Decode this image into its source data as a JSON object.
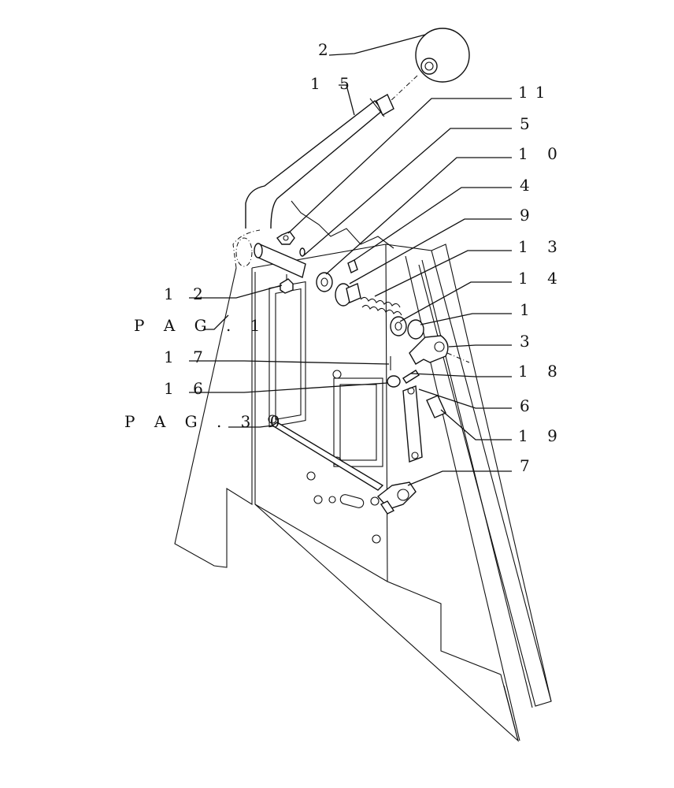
{
  "diagram": {
    "callouts": [
      {
        "id": "2",
        "text": "2"
      },
      {
        "id": "15",
        "text": "1 5"
      },
      {
        "id": "11",
        "text": "11"
      },
      {
        "id": "5",
        "text": "5"
      },
      {
        "id": "10",
        "text": "1 0"
      },
      {
        "id": "4",
        "text": "4"
      },
      {
        "id": "9",
        "text": "9"
      },
      {
        "id": "13",
        "text": "1 3"
      },
      {
        "id": "14",
        "text": "1 4"
      },
      {
        "id": "1",
        "text": "1"
      },
      {
        "id": "3",
        "text": "3"
      },
      {
        "id": "18",
        "text": "1 8"
      },
      {
        "id": "6",
        "text": "6"
      },
      {
        "id": "19",
        "text": "1 9"
      },
      {
        "id": "7",
        "text": "7"
      },
      {
        "id": "12",
        "text": "1 2"
      },
      {
        "id": "pag1",
        "text": "P A G . 1"
      },
      {
        "id": "17",
        "text": "1 7"
      },
      {
        "id": "16",
        "text": "1 6"
      },
      {
        "id": "pag30",
        "text": "P A G . 3 0"
      }
    ]
  }
}
